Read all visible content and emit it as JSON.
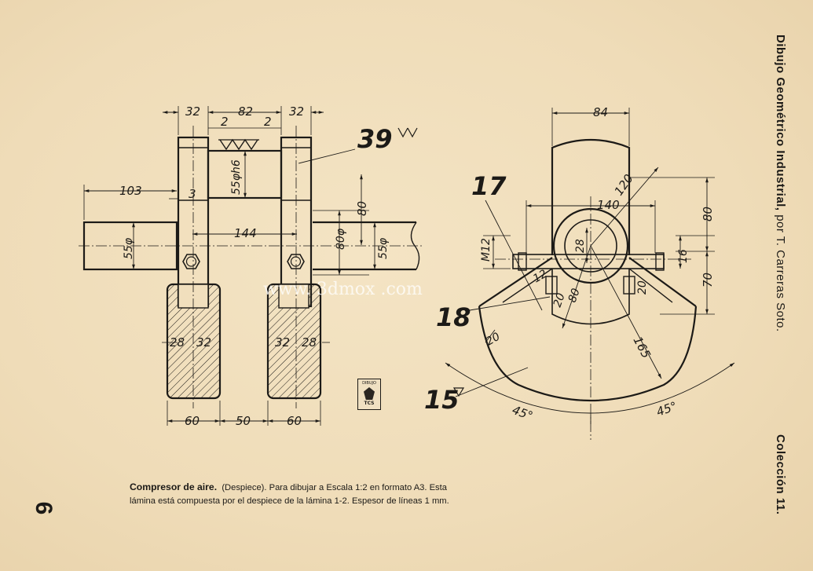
{
  "side_title": {
    "title": "Dibujo Geométrico Industrial,",
    "author": "por T. Carreras Soto."
  },
  "side_collection": "Colección 11.",
  "page_number": "6",
  "caption": {
    "bold": "Compresor de aire.",
    "line1": "(Despiece). Para dibujar a Escala 1:2 en formato A3. Esta",
    "line2": "lámina está compuesta por el despiece de la lámina 1-2. Espesor de líneas 1 mm."
  },
  "logo": {
    "top": "DIBUJO",
    "bottom": "TCS"
  },
  "watermark": "www. 3dmox .com",
  "parts": {
    "p39": "39",
    "p17": "17",
    "p18": "18",
    "p15": "15"
  },
  "dims_left": {
    "d32a": "32",
    "d82": "82",
    "d32b": "32",
    "d2a": "2",
    "d2b": "2",
    "d103": "103",
    "d3": "3",
    "d55h6": "55φh6",
    "d144": "144",
    "d80v": "80",
    "d80phi": "80φ",
    "d55phiR": "55φ",
    "d55phiL": "55φ",
    "d28a": "28",
    "d32c": "32",
    "d32d": "32",
    "d28b": "28",
    "d60a": "60",
    "d50": "50",
    "d60b": "60"
  },
  "dims_right": {
    "d84": "84",
    "d120": "120",
    "d140": "140",
    "d80": "80",
    "d28": "28",
    "dM12": "M12",
    "d16": "16",
    "d70": "70",
    "d12": "12",
    "d20a": "20",
    "d80b": "80",
    "d20b": "20",
    "d165": "165",
    "d20c": "20",
    "d45a": "45°",
    "d45b": "45°"
  }
}
